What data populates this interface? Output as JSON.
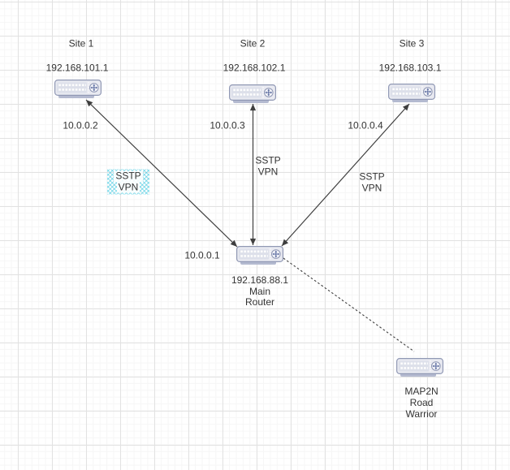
{
  "canvas": {
    "background": "#ffffff",
    "grid_major_color": "#e2e2e2",
    "grid_minor_color": "#f6f6f6"
  },
  "colors": {
    "edge_stroke": "#3f3f3f",
    "label_text": "#333333",
    "selection_hatch": "#3bc7e0",
    "router_body": "#e9eaf1",
    "router_border": "#9098b4",
    "router_base": "#b4bad0",
    "router_move_arrows": "#5a6a9e"
  },
  "nodes": {
    "site1": {
      "title": "Site 1",
      "wan_ip": "192.168.101.1",
      "icon": "router-icon"
    },
    "site2": {
      "title": "Site 2",
      "wan_ip": "192.168.102.1",
      "icon": "router-icon"
    },
    "site3": {
      "title": "Site 3",
      "wan_ip": "192.168.103.1",
      "icon": "router-icon"
    },
    "main_router": {
      "line1": "192.168.88.1",
      "line2": "Main",
      "line3": "Router",
      "icon": "router-icon"
    },
    "road_warrior": {
      "line1": "MAP2N",
      "line2": "Road",
      "line3": "Warrior",
      "icon": "router-icon"
    }
  },
  "edge_labels": {
    "site1_tunnel_ip": "10.0.0.2",
    "site2_tunnel_ip": "10.0.0.3",
    "site3_tunnel_ip": "10.0.0.4",
    "main_tunnel_ip": "10.0.0.1",
    "vpn1": {
      "line1": "SSTP",
      "line2": "VPN",
      "selected": true
    },
    "vpn2": {
      "line1": "SSTP",
      "line2": "VPN",
      "selected": false
    },
    "vpn3": {
      "line1": "SSTP",
      "line2": "VPN",
      "selected": false
    }
  },
  "edges": {
    "site1_main": {
      "style": "solid",
      "arrows": "both"
    },
    "site2_main": {
      "style": "solid",
      "arrows": "both"
    },
    "site3_main": {
      "style": "solid",
      "arrows": "both"
    },
    "main_road_warrior": {
      "style": "dashed",
      "arrows": "none"
    }
  }
}
